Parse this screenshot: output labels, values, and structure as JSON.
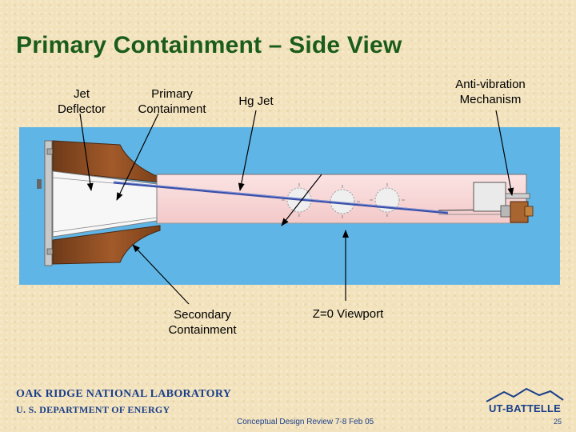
{
  "title": "Primary Containment – Side View",
  "labels": {
    "jet_deflector": [
      "Jet",
      "Deflector"
    ],
    "primary_containment": [
      "Primary",
      "Containment"
    ],
    "hg_jet": "Hg Jet",
    "anti_vibration": [
      "Anti-vibration",
      "Mechanism"
    ],
    "secondary_containment": [
      "Secondary",
      "Containment"
    ],
    "viewport": "Z=0 Viewport"
  },
  "ornl": {
    "line1": "OAK RIDGE NATIONAL LABORATORY",
    "line2": "U. S. DEPARTMENT OF ENERGY"
  },
  "footer": "Conceptual Design Review 7-8 Feb 05",
  "logo": "UT-BATTELLE",
  "page_number": "25",
  "colors": {
    "background": "#f3e3bd",
    "title": "#1a5c1a",
    "water": "#5fb6e6",
    "containment": "#f8d6d6",
    "deflector": "#8b4a23",
    "jet": "#3a4fa8"
  }
}
